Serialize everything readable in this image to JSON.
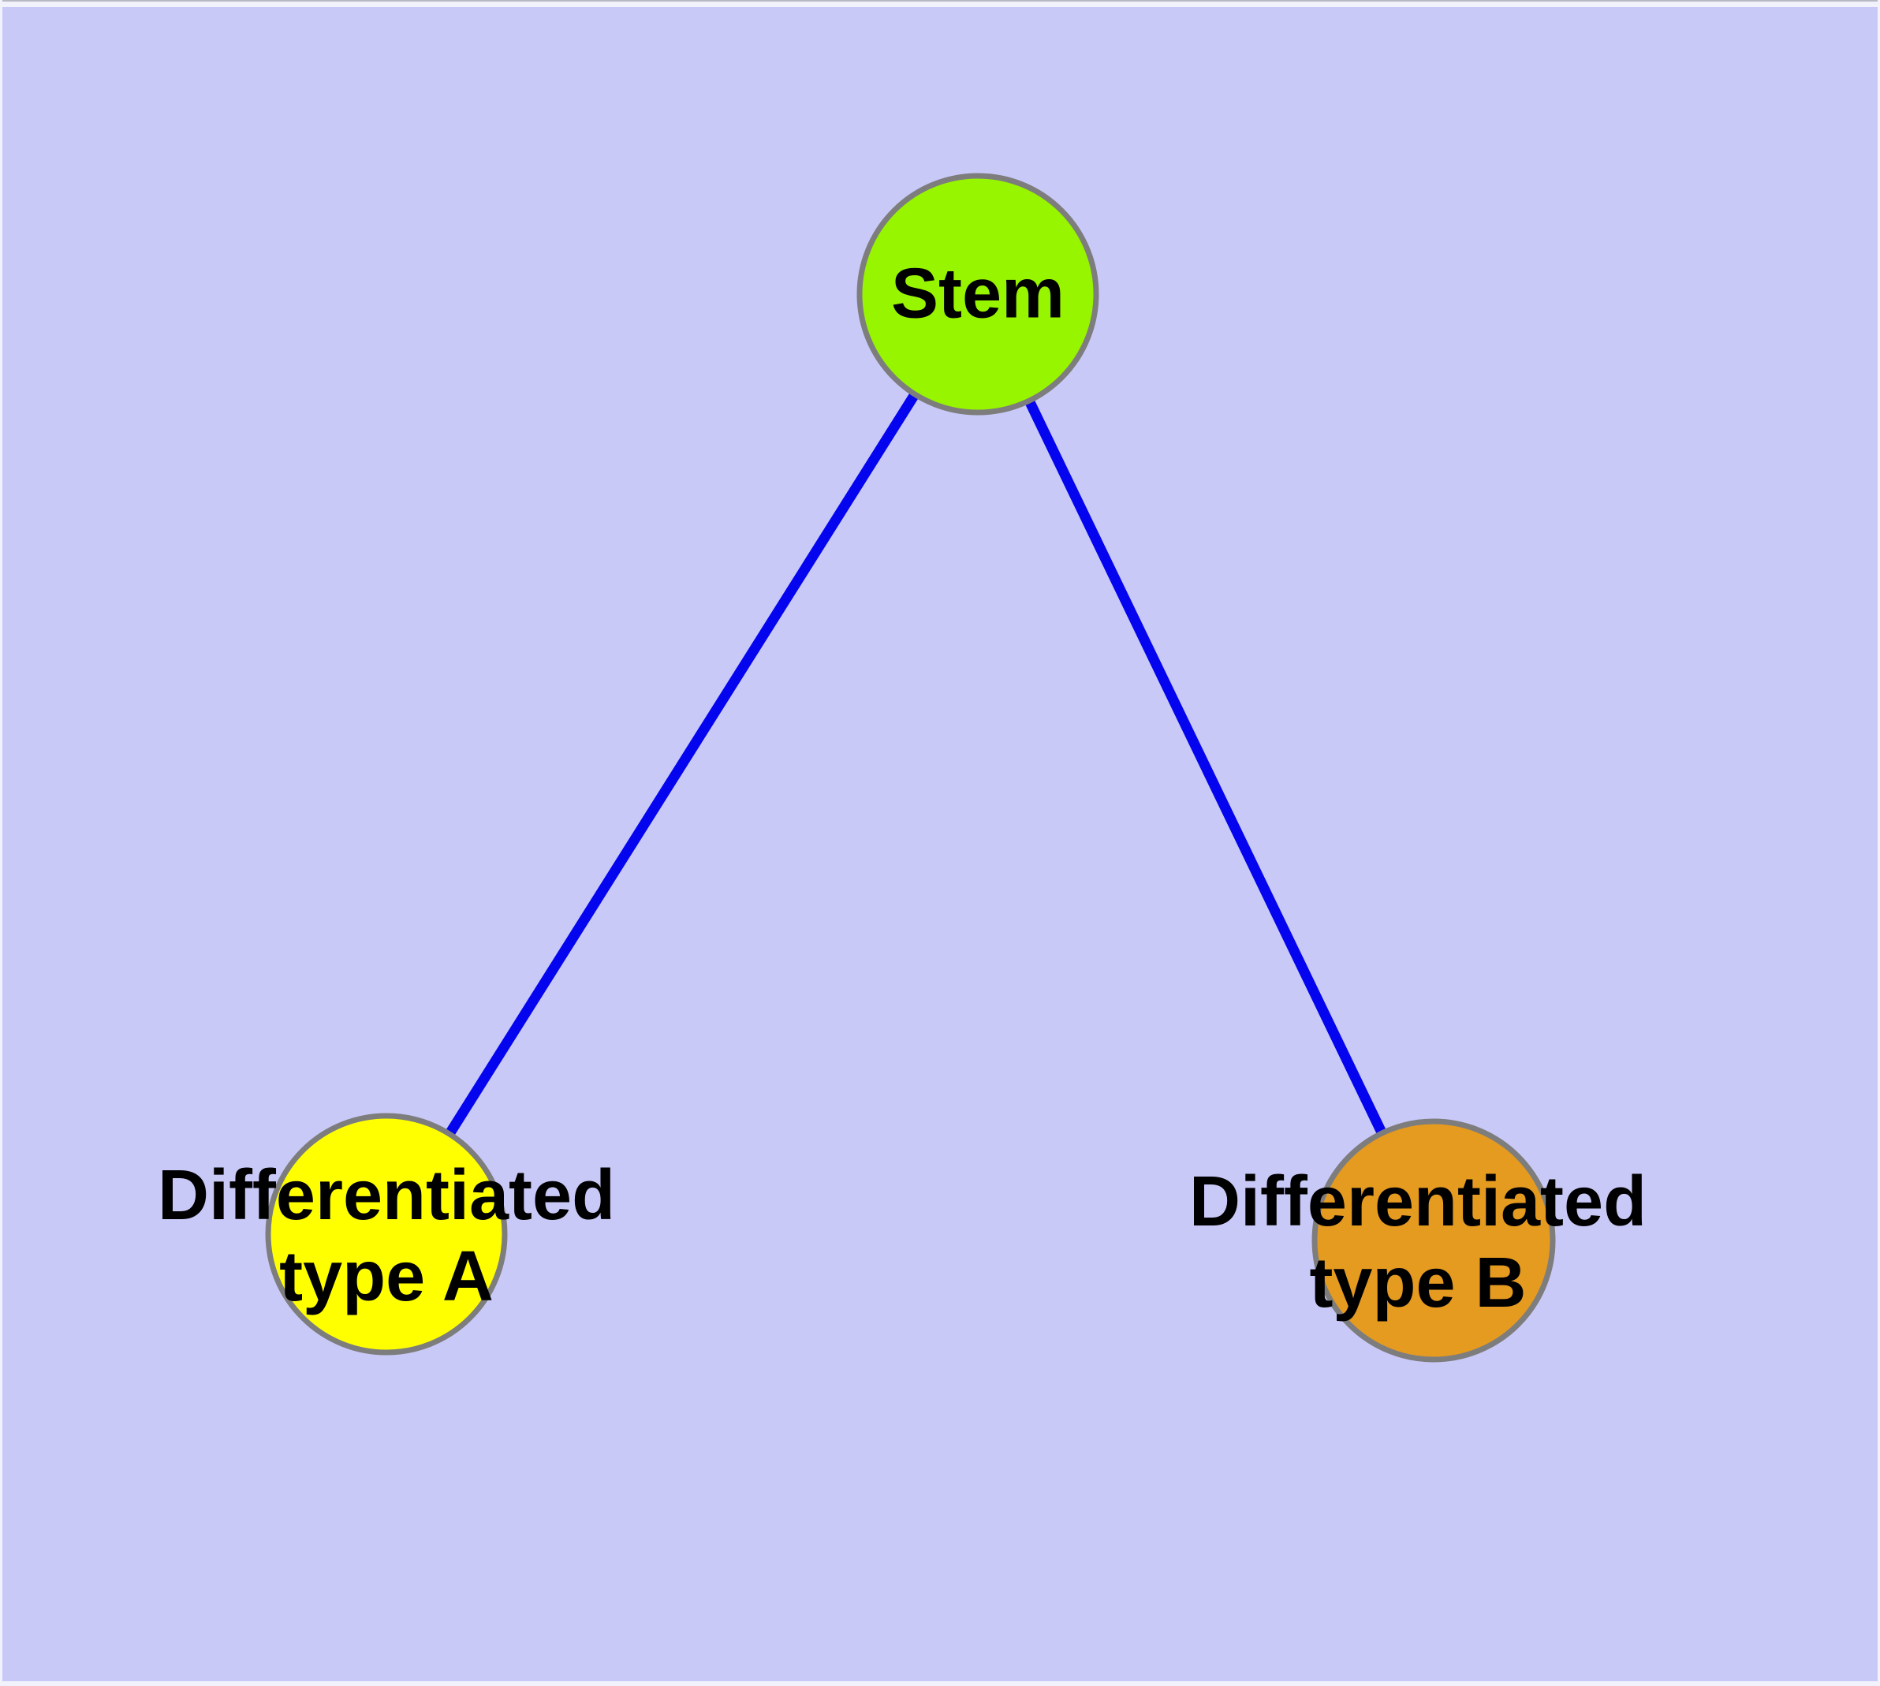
{
  "canvas": {
    "background_color": "#c9c9f8",
    "frame_color": "#f2f2fc"
  },
  "diagram": {
    "type": "graph",
    "description_visible_elements": "three circular nodes connected by two lines",
    "edge_color": "#0404ee",
    "node_border_color": "#7d7d7d",
    "label_color": "#000000",
    "nodes": [
      {
        "id": "stem",
        "label": "Stem",
        "lines": [
          "Stem"
        ],
        "fill": "#97f500"
      },
      {
        "id": "differentiated-type-a",
        "label": "Differentiated type A",
        "lines": [
          "Differentiated",
          "type A"
        ],
        "fill": "#ffff00"
      },
      {
        "id": "differentiated-type-b",
        "label": "Differentiated type B",
        "lines": [
          "Differentiated",
          "type B"
        ],
        "fill": "#e59a20"
      }
    ],
    "edges": [
      {
        "from": "stem",
        "to": "differentiated-type-a"
      },
      {
        "from": "stem",
        "to": "differentiated-type-b"
      }
    ]
  }
}
